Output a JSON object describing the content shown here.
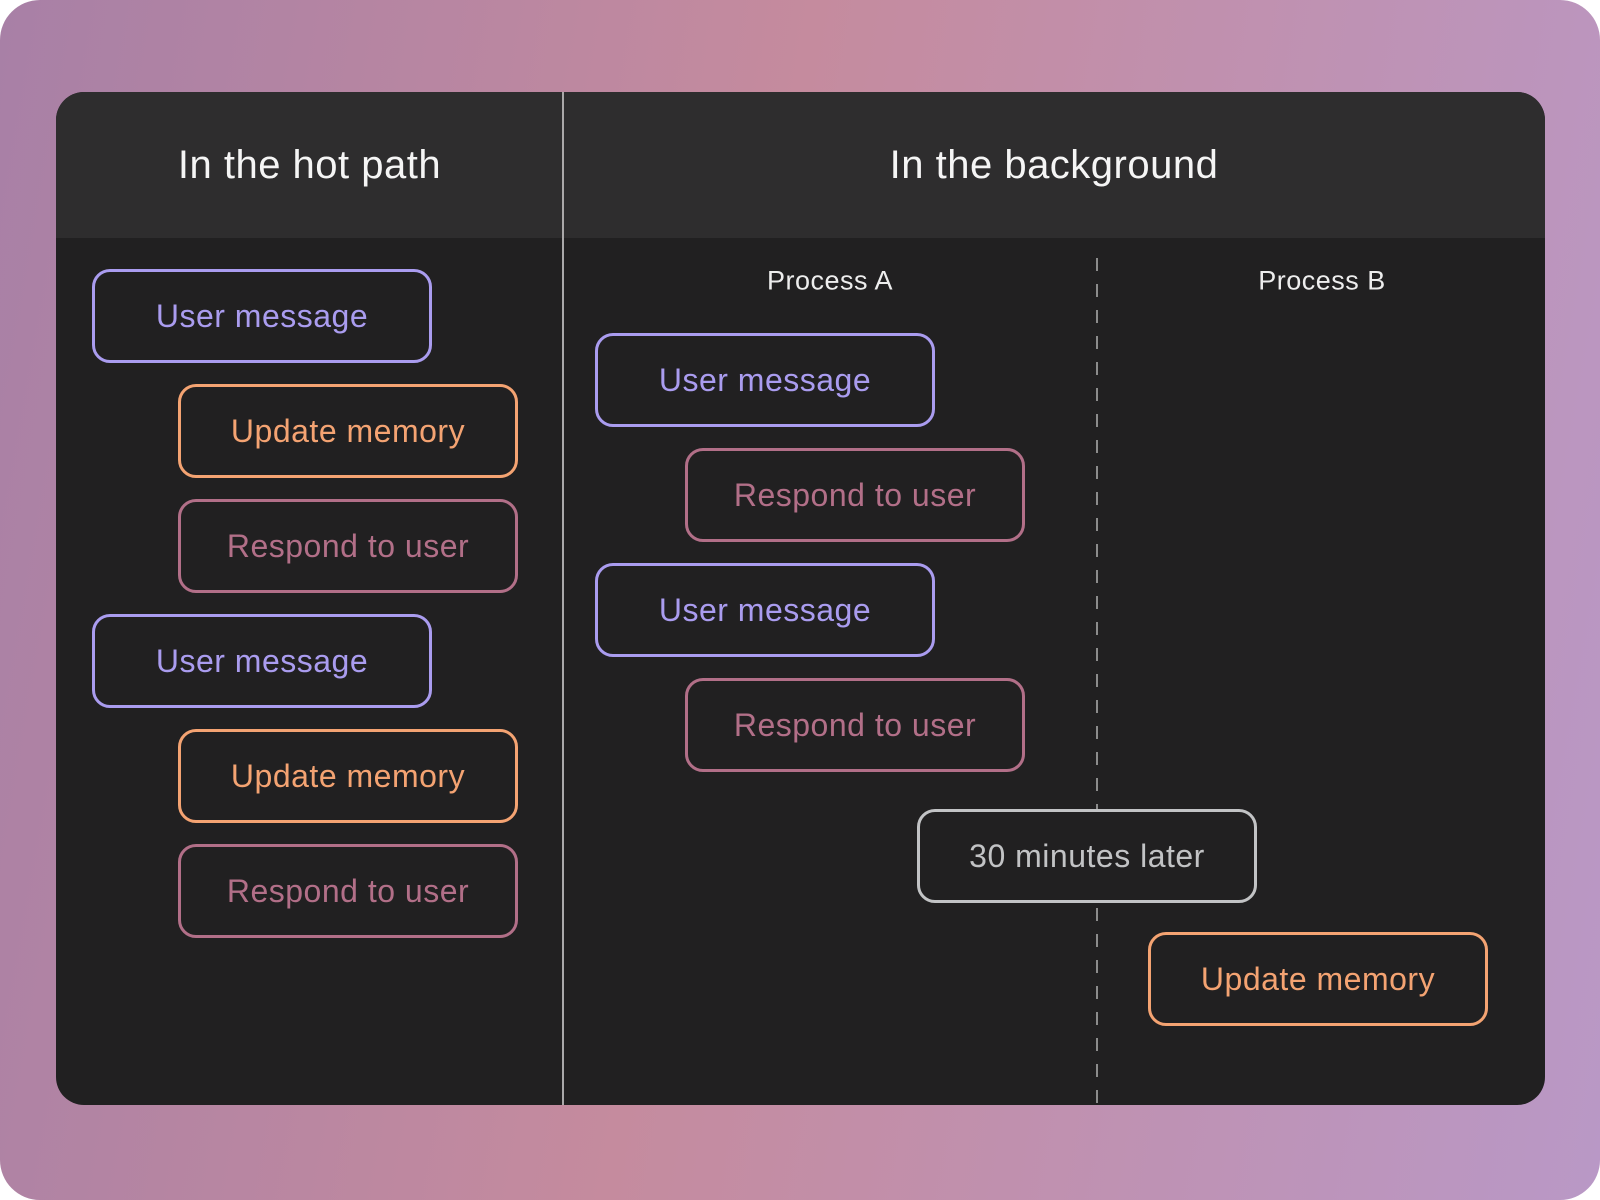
{
  "header": {
    "left_title": "In the hot path",
    "right_title": "In the background"
  },
  "background_panel": {
    "process_a_label": "Process A",
    "process_b_label": "Process B",
    "timer_label": "30 minutes later"
  },
  "hot_path_steps": [
    {
      "label": "User message",
      "type": "user"
    },
    {
      "label": "Update memory",
      "type": "memory"
    },
    {
      "label": "Respond to user",
      "type": "respond"
    },
    {
      "label": "User message",
      "type": "user"
    },
    {
      "label": "Update memory",
      "type": "memory"
    },
    {
      "label": "Respond to user",
      "type": "respond"
    }
  ],
  "process_a_steps": [
    {
      "label": "User message",
      "type": "user"
    },
    {
      "label": "Respond to user",
      "type": "respond"
    },
    {
      "label": "User message",
      "type": "user"
    },
    {
      "label": "Respond to user",
      "type": "respond"
    }
  ],
  "process_b_steps": [
    {
      "label": "Update memory",
      "type": "memory"
    }
  ],
  "colors": {
    "user_message": "#aa9cef",
    "update_memory": "#f4a372",
    "respond_to_user": "#b26f88",
    "timer": "#c2c3c5",
    "panel_bg": "#212021",
    "header_bg": "#2e2d2e"
  }
}
